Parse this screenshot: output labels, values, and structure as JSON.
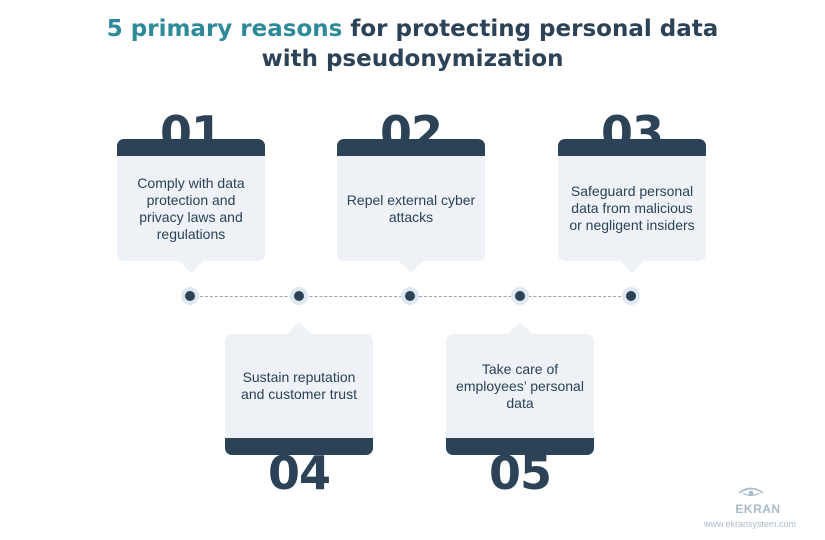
{
  "title": {
    "accent": "5 primary reasons",
    "rest": " for protecting personal data",
    "line2": "with pseudonymization"
  },
  "reasons": [
    {
      "number": "01",
      "text": "Comply with data protection and privacy laws and regulations"
    },
    {
      "number": "02",
      "text": "Repel external cyber attacks"
    },
    {
      "number": "03",
      "text": "Safeguard personal data from malicious or negligent insiders"
    },
    {
      "number": "04",
      "text": "Sustain reputation and customer trust"
    },
    {
      "number": "05",
      "text": "Take care of employees’ personal data"
    }
  ],
  "logo": {
    "name": "EKRAN",
    "url": "www.ekransystem.com"
  },
  "colors": {
    "primary": "#2b4257",
    "accent": "#2e8a9a",
    "card": "#eef2f6",
    "logo": "#a9bccb"
  }
}
